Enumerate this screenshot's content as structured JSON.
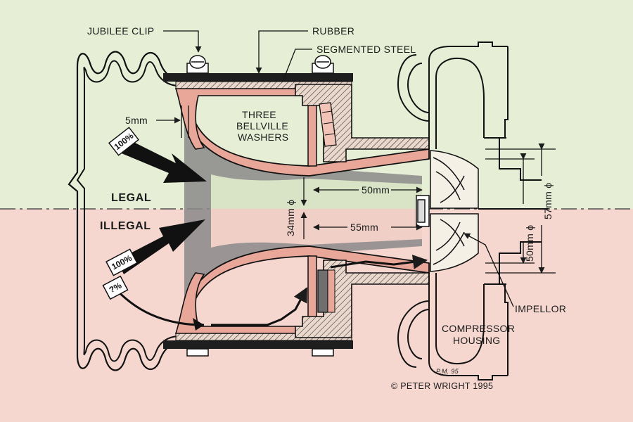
{
  "labels": {
    "jubilee_clip": "JUBILEE CLIP",
    "rubber": "RUBBER",
    "segmented_steel": "SEGMENTED STEEL",
    "five_mm": "5mm",
    "three_bellville_1": "THREE",
    "three_bellville_2": "BELLVILLE",
    "three_bellville_3": "WASHERS",
    "legal": "LEGAL",
    "illegal": "ILLEGAL",
    "dim_50mm": "50mm",
    "dim_55mm": "55mm",
    "dim_34mm": "34mm ϕ",
    "dim_50mm_phi": "50mm ϕ",
    "dim_57mm_phi": "57mm ϕ",
    "impellor": "IMPELLOR",
    "compressor_1": "COMPRESSOR",
    "compressor_2": "HOUSING",
    "flow_top": "100%",
    "flow_mid": "100%",
    "flow_bot": "?%",
    "copyright": "© PETER WRIGHT 1995",
    "initials": "P.M. 95"
  },
  "colors": {
    "legal_band": "#e6efd6",
    "illegal_band": "#f5d7d0",
    "line": "#1b1b1b",
    "steel_fill": "#e9a79a",
    "shadow_fill": "#7d7d7d"
  }
}
